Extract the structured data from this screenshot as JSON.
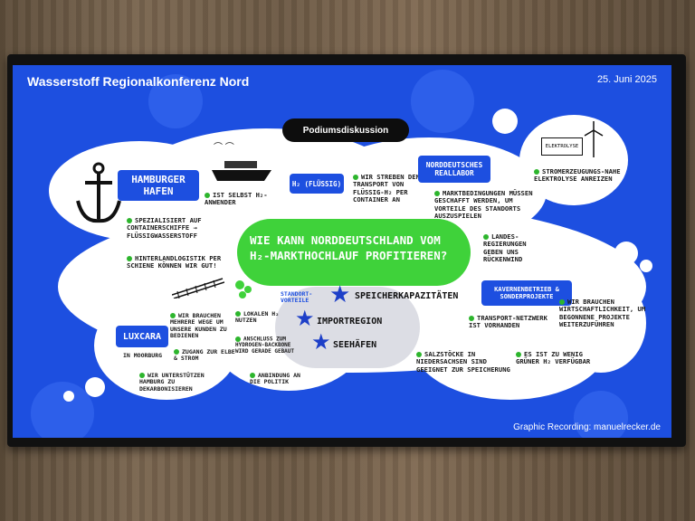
{
  "header": {
    "title": "Wasserstoff Regionalkonferenz Nord",
    "date": "25. Juni 2025"
  },
  "panel_label": "Podiumsdiskussion",
  "central_question": "Wie kann Norddeutschland vom H₂-Markthochlauf profitieren?",
  "hamburg": {
    "title": "Hamburger Hafen",
    "points": [
      "Spezialisiert auf Containerschiffe → Flüssigwasserstoff",
      "Hinterlandlogistik per Schiene können wir gut!"
    ],
    "ship_note": "Ist selbst H₂-Anwender",
    "container_label": "H₂ (flüssig)",
    "container_note": "Wir streben den Transport von flüssig-H₂ per Container an"
  },
  "reallabor": {
    "title": "Norddeutsches Reallabor",
    "points": [
      "Marktbedingungen müssen geschafft werden, um Vorteile des Standorts auszuspielen",
      "Landes-regierungen geben uns Rückenwind"
    ],
    "device_label": "Elektrolyse",
    "device_note": "Stromerzeugungs-nahe Elektrolyse anreizen"
  },
  "luxcara": {
    "title": "Luxcara",
    "subtitle": "in Moorburg",
    "points": [
      "Wir brauchen mehrere Wege um unsere Kunden zu bedienen",
      "Zugang zur Elbe & Strom",
      "Wir unterstützen Hamburg zu dekarbonisieren",
      "Lokalen H₂ nutzen",
      "Anschluss zum Hydrogen-backbone wird gerade gebaut",
      "Anbindung an die Politik"
    ]
  },
  "standort": {
    "label": "Standort-vorteile",
    "items": [
      "Speicherkapazitäten",
      "Importregion",
      "Seehäfen"
    ]
  },
  "kavernen": {
    "title": "Kavernenbetrieb & Sonderprojekte",
    "points": [
      "Transport-netzwerk ist vorhanden",
      "Salzstöcke in Niedersachsen sind geeignet zur Speicherung",
      "Es ist zu wenig grüner H₂ verfügbar",
      "Wir brauchen Wirtschaftlichkeit, um begonnene Projekte weiterzuführen"
    ]
  },
  "credit": "Graphic Recording: manuelrecker.de",
  "colors": {
    "screen_blue": "#1d4fe0",
    "accent_green": "#3fd23a",
    "dot_green": "#2db52d"
  }
}
